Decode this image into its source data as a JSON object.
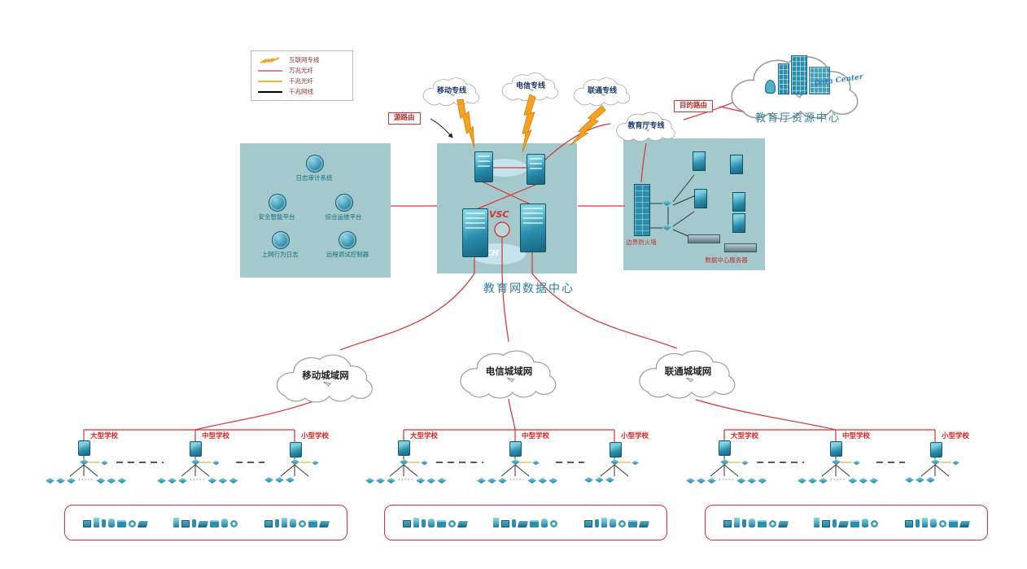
{
  "legend": {
    "items": [
      {
        "label": "互联网专线",
        "symbol": "lightning",
        "color": "#f6a21e"
      },
      {
        "label": "万兆光纤",
        "symbol": "line",
        "color": "#e87c8a"
      },
      {
        "label": "千兆光纤",
        "symbol": "line",
        "color": "#f0b830"
      },
      {
        "label": "千兆网线",
        "symbol": "line",
        "color": "#000000"
      }
    ]
  },
  "top_clouds": {
    "mobile": "移动专线",
    "telecom": "电信专线",
    "unicom": "联通专线",
    "edu_dept": "教育厅专线"
  },
  "resource_center": {
    "label": "教育厅资源中心",
    "watermark": "Data Center"
  },
  "routes": {
    "source": "源路由",
    "dest": "目的路由"
  },
  "data_center": {
    "label": "教育网数据中心",
    "vsc": "VSC",
    "watermark": "CH"
  },
  "left_panel": {
    "items": [
      {
        "label": "日志审计系统"
      },
      {
        "label": "安全智能平台"
      },
      {
        "label": "综合运维平台"
      },
      {
        "label": "上网行为日志"
      },
      {
        "label": "远程调试控制器"
      }
    ]
  },
  "right_panel": {
    "firewall": "边界防火墙",
    "servers": "数据中心服务器"
  },
  "metro_clouds": {
    "mobile": "移动城域网",
    "telecom": "电信城域网",
    "unicom": "联通城域网"
  },
  "schools": {
    "large": "大型学校",
    "medium": "中型学校",
    "small": "小型学校"
  },
  "separators": {
    "dots": "·····"
  },
  "colors": {
    "red_line": "#d93030",
    "fiber_pink": "#e87c8a",
    "fiber_yellow": "#f0b830",
    "cable_black": "#000000",
    "panel_teal": "#a3c9cc",
    "device_teal": "#2a8fae",
    "title_teal": "#2e7f95",
    "cloud_label_navy": "#17356e",
    "school_red": "#e02020",
    "lightning_orange": "#f6a21e"
  }
}
